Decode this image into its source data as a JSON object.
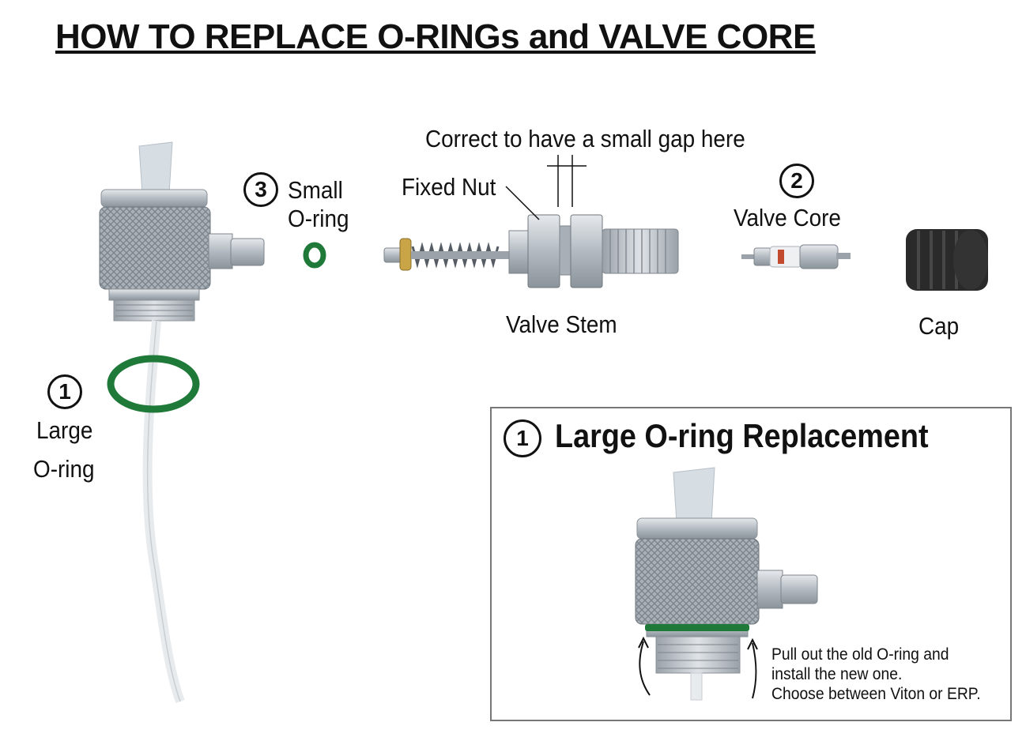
{
  "title": "HOW TO REPLACE O-RINGs and VALVE CORE",
  "labels": {
    "gap_note": "Correct to have a small gap here",
    "fixed_nut": "Fixed Nut",
    "small_oring_line1": "Small",
    "small_oring_line2": "O-ring",
    "valve_core": "Valve Core",
    "valve_stem": "Valve Stem",
    "cap": "Cap",
    "large_oring_line1": "Large",
    "large_oring_line2": "O-ring"
  },
  "steps": {
    "one": "1",
    "two": "2",
    "three": "3"
  },
  "inset": {
    "number": "1",
    "title": "Large O-ring Replacement",
    "note_line1": "Pull out the old O-ring and",
    "note_line2": "install the new one.",
    "note_line3": "Choose between Viton or ERP."
  },
  "colors": {
    "oring": "#1f7a3a",
    "metal": "#b9bfc5",
    "cap": "#2a2a2a",
    "tip": "#d6dde3",
    "frame": "#777777"
  }
}
